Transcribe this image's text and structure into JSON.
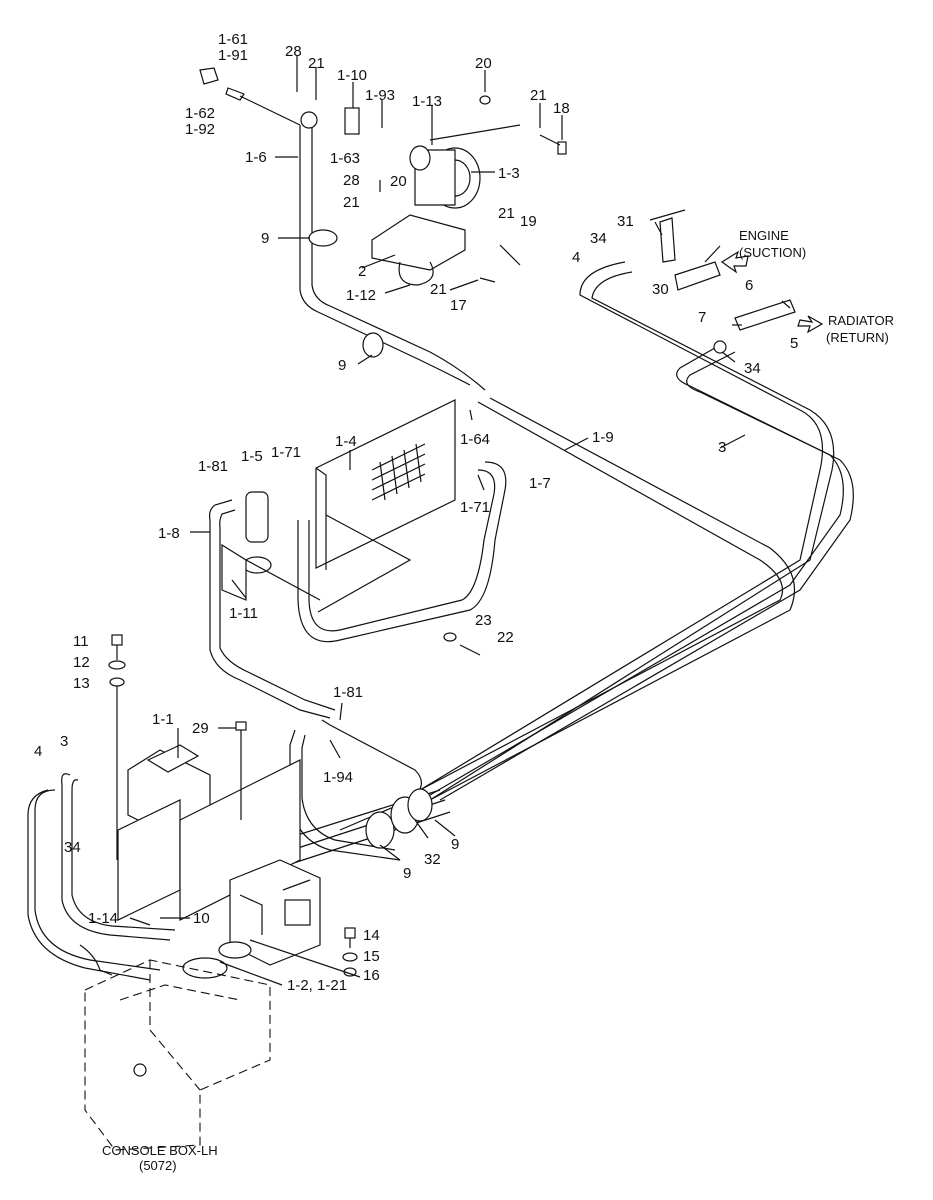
{
  "labels": {
    "p1_61": "1-61",
    "p1_91": "1-91",
    "p1_62": "1-62",
    "p1_92": "1-92",
    "p28a": "28",
    "p21a": "21",
    "p1_10": "1-10",
    "p1_93": "1-93",
    "p1_13": "1-13",
    "p20a": "20",
    "p21b": "21",
    "p18": "18",
    "p1_6": "1-6",
    "p1_63": "1-63",
    "p1_3": "1-3",
    "p28b": "28",
    "p20b": "20",
    "p21c": "21",
    "p21d": "21",
    "p19": "19",
    "p9a": "9",
    "p2": "2",
    "p1_12": "1-12",
    "p21e": "21",
    "p17": "17",
    "p31": "31",
    "p34a": "34",
    "p4a": "4",
    "p30": "30",
    "p6": "6",
    "p7": "7",
    "p5": "5",
    "p34b": "34",
    "p9b": "9",
    "p1_4": "1-4",
    "p1_64": "1-64",
    "p1_9": "1-9",
    "p3a": "3",
    "p1_81a": "1-81",
    "p1_5": "1-5",
    "p1_71a": "1-71",
    "p1_7": "1-7",
    "p1_71b": "1-71",
    "p1_8": "1-8",
    "p1_11": "1-11",
    "p23": "23",
    "p22": "22",
    "p11": "11",
    "p12": "12",
    "p13": "13",
    "p1_81b": "1-81",
    "p1_1": "1-1",
    "p29": "29",
    "p4b": "4",
    "p3b": "3",
    "p1_94": "1-94",
    "p34c": "34",
    "p9c": "9",
    "p32": "32",
    "p9d": "9",
    "p1_14": "1-14",
    "p10": "10",
    "p14": "14",
    "p15": "15",
    "p16": "16",
    "p1_2": "1-2, 1-21"
  },
  "callouts": {
    "engine": "ENGINE",
    "suction": "(SUCTION)",
    "radiator": "RADIATOR",
    "return": "(RETURN)",
    "console": "CONSOLE BOX-LH",
    "console_ref": "(5072)"
  }
}
